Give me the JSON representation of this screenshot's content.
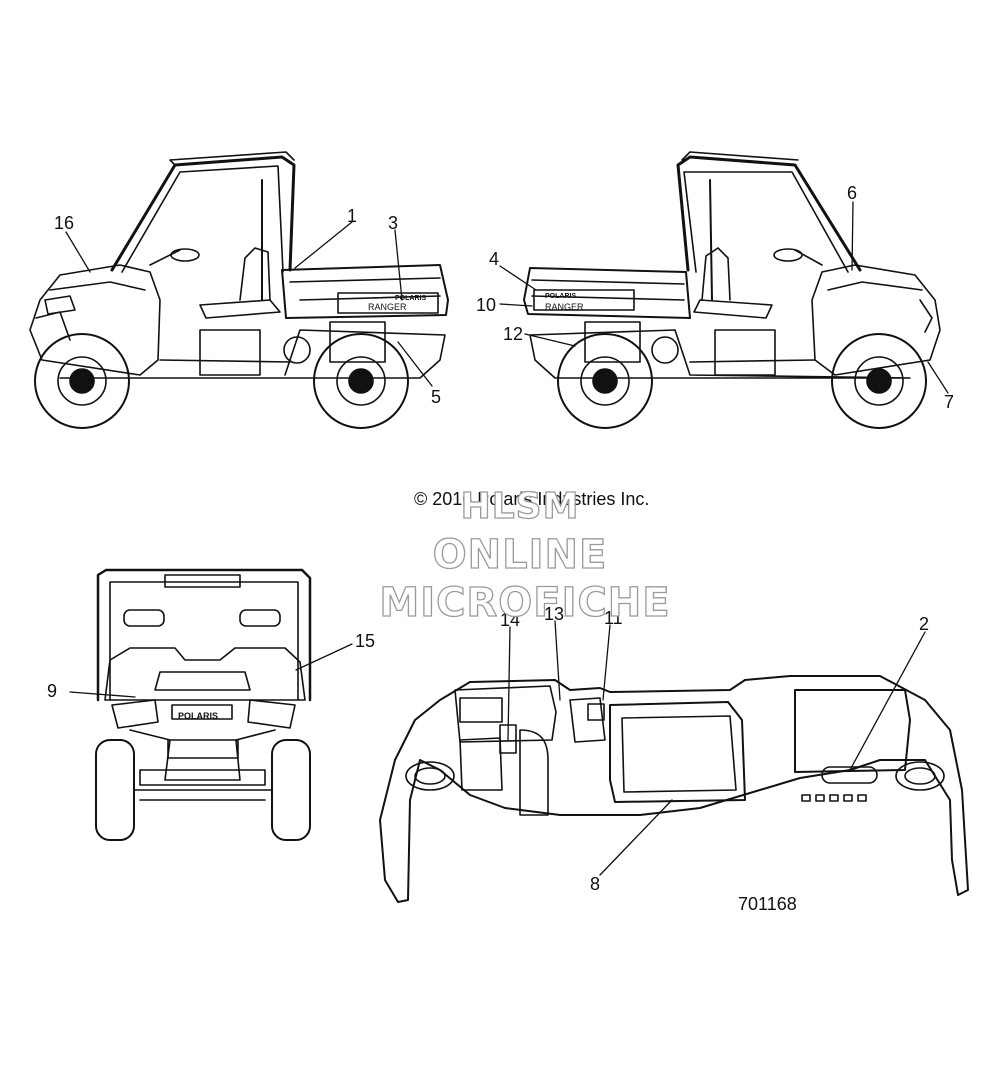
{
  "copyright": "© 2016 Polaris Industries Inc.",
  "watermark": {
    "line1": "HLSM",
    "line2": "ONLINE",
    "line3": "MICROFICHE"
  },
  "part_number": "701168",
  "decal_text": {
    "brand": "POLARIS",
    "model": "RANGER"
  },
  "callouts": {
    "c1": "1",
    "c2": "2",
    "c3": "3",
    "c4": "4",
    "c5": "5",
    "c6": "6",
    "c7": "7",
    "c8": "8",
    "c9": "9",
    "c10": "10",
    "c11": "11",
    "c12": "12",
    "c13": "13",
    "c14": "14",
    "c15": "15",
    "c16": "16"
  }
}
